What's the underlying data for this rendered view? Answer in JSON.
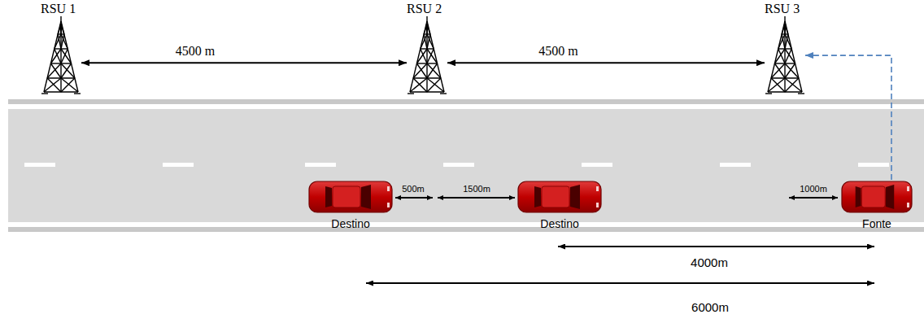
{
  "diagram": {
    "nodes": [
      {
        "text": [
          "RSU 1"
        ]
      },
      {
        "text": [
          "RSU 2"
        ]
      },
      {
        "text": [
          "RSU 3"
        ]
      },
      {
        "text": [
          "Destino"
        ]
      },
      {
        "text": [
          "Destino"
        ]
      },
      {
        "text": [
          "Fonte"
        ]
      }
    ],
    "edges": [
      {
        "from": 0,
        "to": 1,
        "arrow": "both",
        "label": "4500 m"
      },
      {
        "from": 1,
        "to": 2,
        "arrow": "both",
        "label": "4500 m"
      },
      {
        "from": 5,
        "to": 2,
        "arrow": "to"
      }
    ],
    "labels": [
      "500m",
      "1500m",
      "1000m",
      "4000m",
      "6000m"
    ]
  }
}
